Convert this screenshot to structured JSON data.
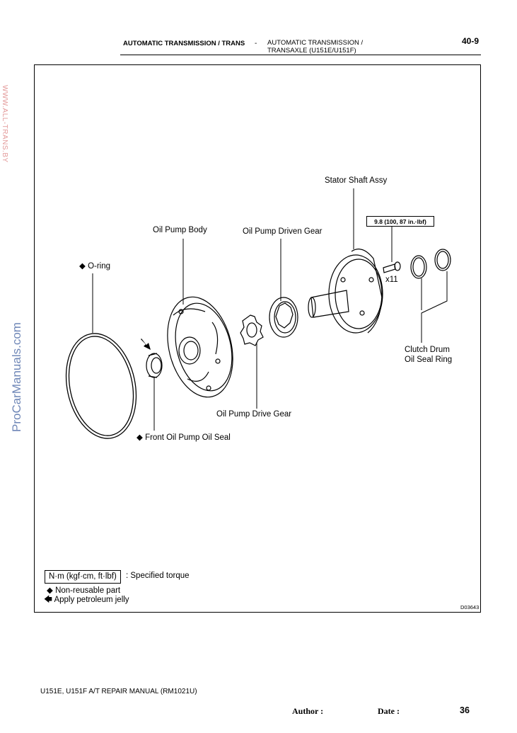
{
  "header": {
    "left": "AUTOMATIC TRANSMISSION / TRANS",
    "dash": "-",
    "right_line1": "AUTOMATIC TRANSMISSION /",
    "right_line2": "TRANSAXLE (U151E/U151F)",
    "page_code": "40-9"
  },
  "watermarks": {
    "top": "WWW.ALL-TRANS.BY",
    "side": "ProCarManuals.com"
  },
  "labels": {
    "stator": "Stator Shaft Assy",
    "torque": "9.8 (100, 87 in.·lbf)",
    "oil_pump_body": "Oil Pump Body",
    "driven_gear": "Oil Pump Driven Gear",
    "oring": "O-ring",
    "x11": "x11",
    "clutch_line1": "Clutch Drum",
    "clutch_line2": "Oil Seal Ring",
    "drive_gear": "Oil Pump Drive Gear",
    "front_seal": "Front Oil Pump Oil Seal"
  },
  "legend": {
    "unit": "N·m (kgf·cm, ft·lbf)",
    "unit_desc": ": Specified torque",
    "nonreusable": "Non-reusable part",
    "jelly": "Apply petroleum jelly"
  },
  "figure_code": "D03643",
  "footer": {
    "manual": "U151E, U151F A/T REPAIR MANUAL   (RM1021U)",
    "author": "Author :",
    "date": "Date :",
    "page": "36"
  }
}
